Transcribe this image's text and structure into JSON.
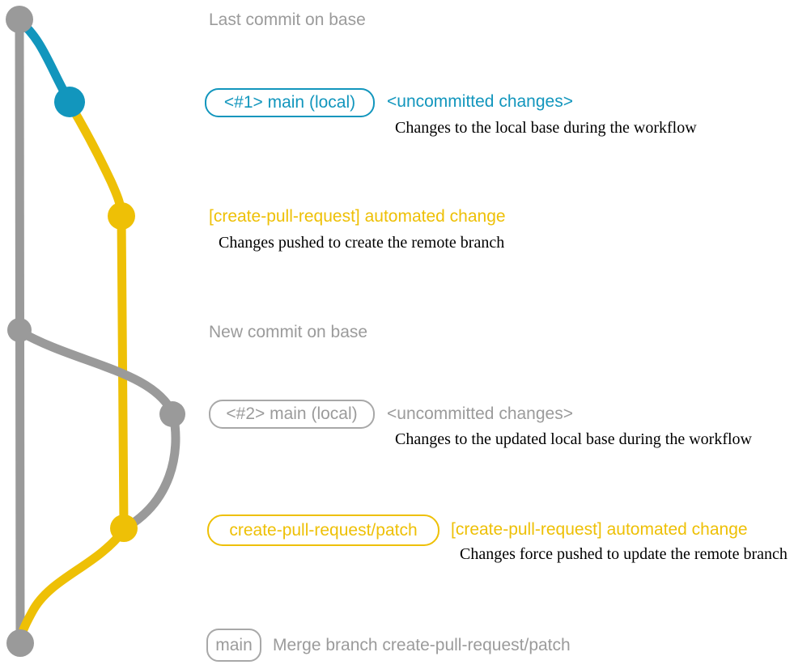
{
  "colors": {
    "gray": "#9a9a9a",
    "teal": "#1296bd",
    "yellow": "#eec006"
  },
  "annotations": {
    "last_commit_on_base": "Last commit on base",
    "new_commit_on_base": "New commit on base"
  },
  "rows": {
    "local_main_1": {
      "badge": "<#1> main (local)",
      "status": "<uncommitted changes>",
      "caption": "Changes to the local base during the workflow"
    },
    "automated_change_1": {
      "message": "[create-pull-request] automated change",
      "caption": "Changes pushed to create the remote branch"
    },
    "local_main_2": {
      "badge": "<#2> main (local)",
      "status": "<uncommitted changes>",
      "caption": "Changes to the updated local base during the workflow"
    },
    "automated_change_2": {
      "badge": "create-pull-request/patch",
      "message": "[create-pull-request] automated change",
      "caption": "Changes force pushed to update the remote branch"
    },
    "merge": {
      "badge": "main",
      "message": "Merge branch create-pull-request/patch"
    }
  }
}
